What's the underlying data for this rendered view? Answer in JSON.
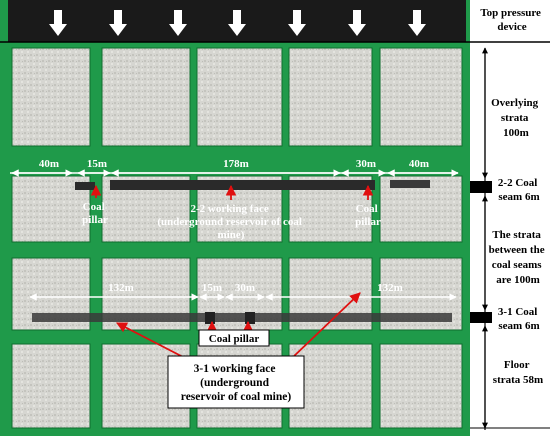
{
  "right_labels": {
    "top_pressure": [
      "Top pressure",
      "device"
    ],
    "overlying": [
      "Overlying",
      "strata",
      "100m"
    ],
    "coal22": [
      "2-2 Coal",
      "seam 6m"
    ],
    "between": [
      "The strata",
      "between the",
      "coal seams",
      "are 100m"
    ],
    "coal31": [
      "3-1 Coal",
      "seam 6m"
    ],
    "floor": [
      "Floor",
      "strata 58m"
    ]
  },
  "upper_dimensions": [
    "40m",
    "15m",
    "178m",
    "30m",
    "40m"
  ],
  "upper_annotations": {
    "coal_pillar_left": [
      "Coal",
      "pillar"
    ],
    "working_face": [
      "2-2 working face",
      "(underground reservoir of coal",
      "mine)"
    ],
    "coal_pillar_right": [
      "Coal",
      "pillar"
    ]
  },
  "lower_dimensions": [
    "132m",
    "15m",
    "30m",
    "132m"
  ],
  "lower_annotations": {
    "coal_pillar": "Coal pillar",
    "working_face": [
      "3-1 working face",
      "(underground",
      "reservoir of coal mine)"
    ]
  },
  "colors": {
    "frame": "#1f9a4a",
    "frame_dark": "#0f6e2e",
    "panel": "#d7d7d2",
    "top_band": "#1a1a1a",
    "arrow_red": "#e01010"
  }
}
